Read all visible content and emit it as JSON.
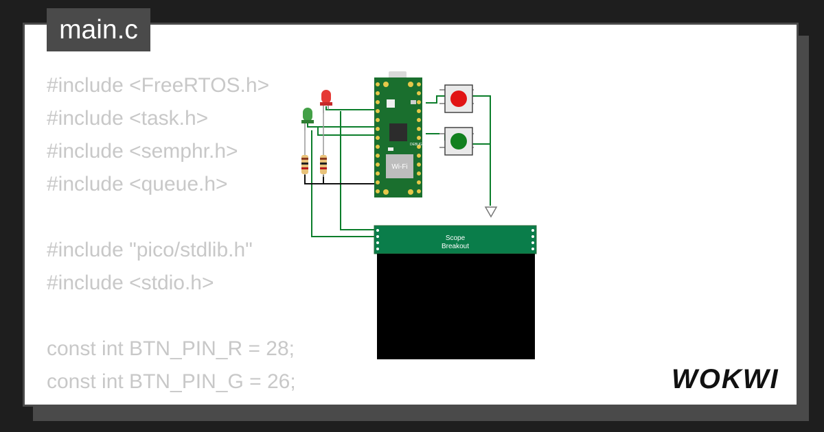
{
  "file_tab": {
    "label": "main.c"
  },
  "code_lines": [
    "#include <FreeRTOS.h>",
    "#include <task.h>",
    "#include <semphr.h>",
    "#include <queue.h>",
    "",
    "#include \"pico/stdlib.h\"",
    "#include <stdio.h>",
    "",
    "const int BTN_PIN_R = 28;",
    "const int BTN_PIN_G = 26;"
  ],
  "circuit": {
    "board": {
      "wifi_label": "Wi-Fi",
      "debug_label": "DEBUG"
    },
    "scope": {
      "line1": "Scope",
      "line2": "Breakout"
    },
    "leds": [
      "red",
      "green"
    ],
    "buttons": [
      "red",
      "green"
    ]
  },
  "brand": {
    "logo_text": "WOKWI"
  },
  "colors": {
    "wire": "#0a7d2a",
    "board": "#1a6f2e",
    "code_text": "#c8c8c8",
    "frame": "#4a4a4a"
  }
}
